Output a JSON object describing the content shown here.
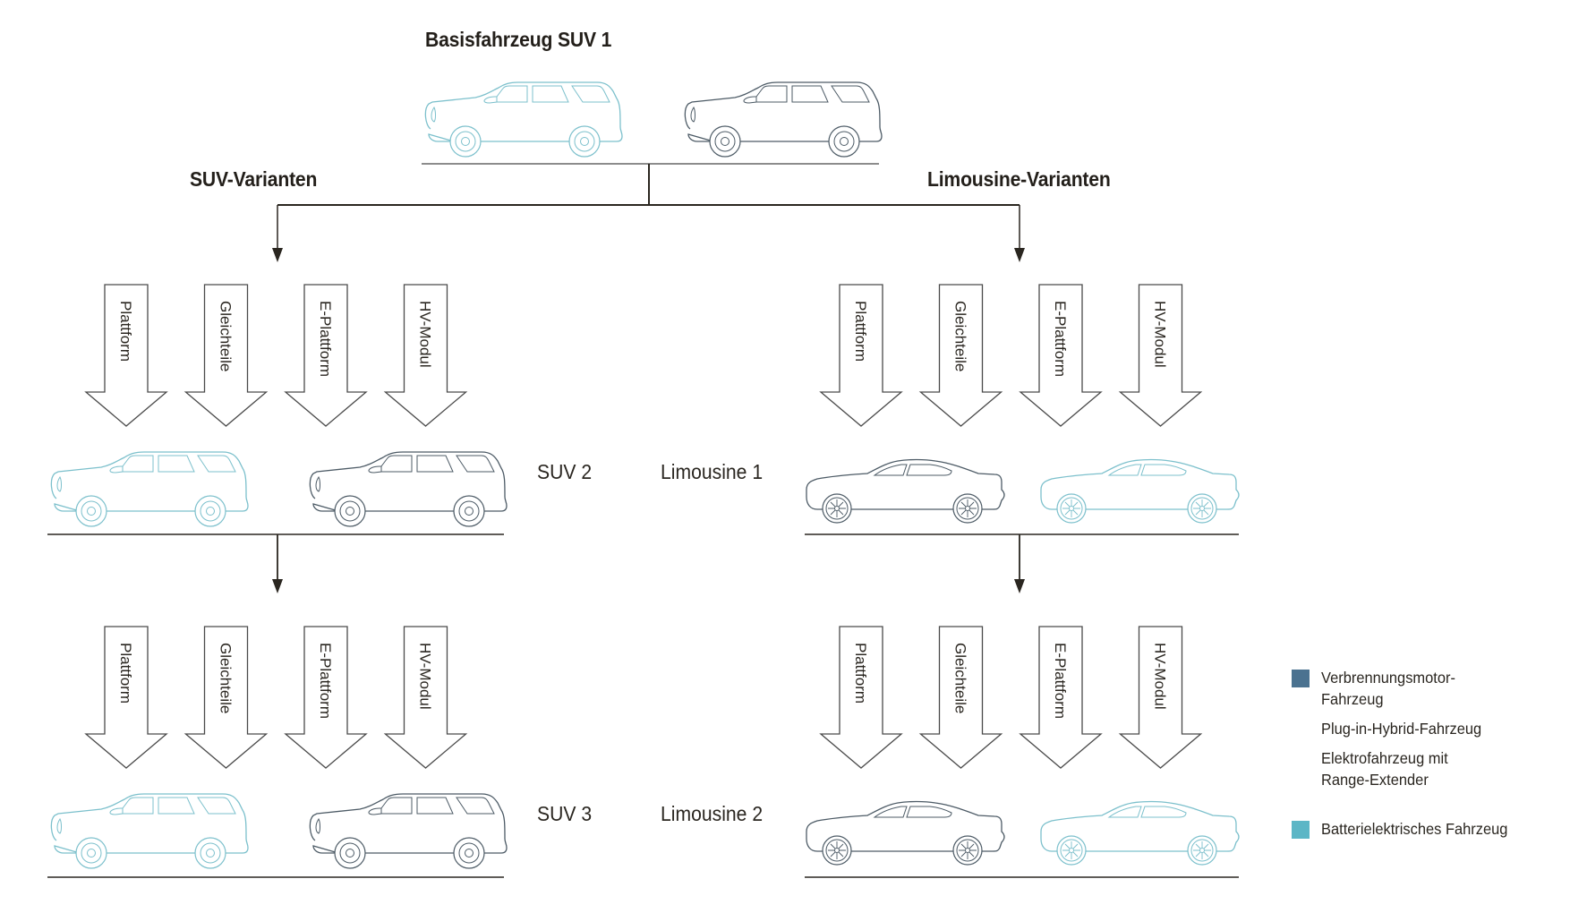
{
  "title": "Basisfahrzeug SUV 1",
  "branches": {
    "left_heading": "SUV-Varianten",
    "right_heading": "Limousine-Varianten"
  },
  "arrow_labels": [
    "Plattform",
    "Gleichteile",
    "E-Plattform",
    "HV-Modul"
  ],
  "variants": {
    "suv_row1": "SUV 2",
    "limo_row1": "Limousine 1",
    "suv_row2": "SUV 3",
    "limo_row2": "Limousine 2"
  },
  "legend": [
    {
      "label": "Verbrennungsmotor-Fahrzeug",
      "line1": "Verbrennungsmotor-",
      "line2": "Fahrzeug",
      "color": "#4b7290",
      "swatch": true
    },
    {
      "label": "Plug-in-Hybrid-Fahrzeug",
      "line1": "Plug-in-Hybrid-Fahrzeug",
      "color": "",
      "swatch": false
    },
    {
      "label": "Elektrofahrzeug mit Range-Extender",
      "line1": "Elektrofahrzeug mit",
      "line2": "Range-Extender",
      "color": "",
      "swatch": false
    },
    {
      "label": "Batterielektrisches Fahrzeug",
      "line1": "Batterielektrisches Fahrzeug",
      "color": "#5cb6c6",
      "swatch": true
    }
  ],
  "colors": {
    "line": "#2a2620",
    "arrow_outline": "#4a4a4a",
    "car_dark": "#4d5b66",
    "car_teal": "#7cc0cc"
  }
}
